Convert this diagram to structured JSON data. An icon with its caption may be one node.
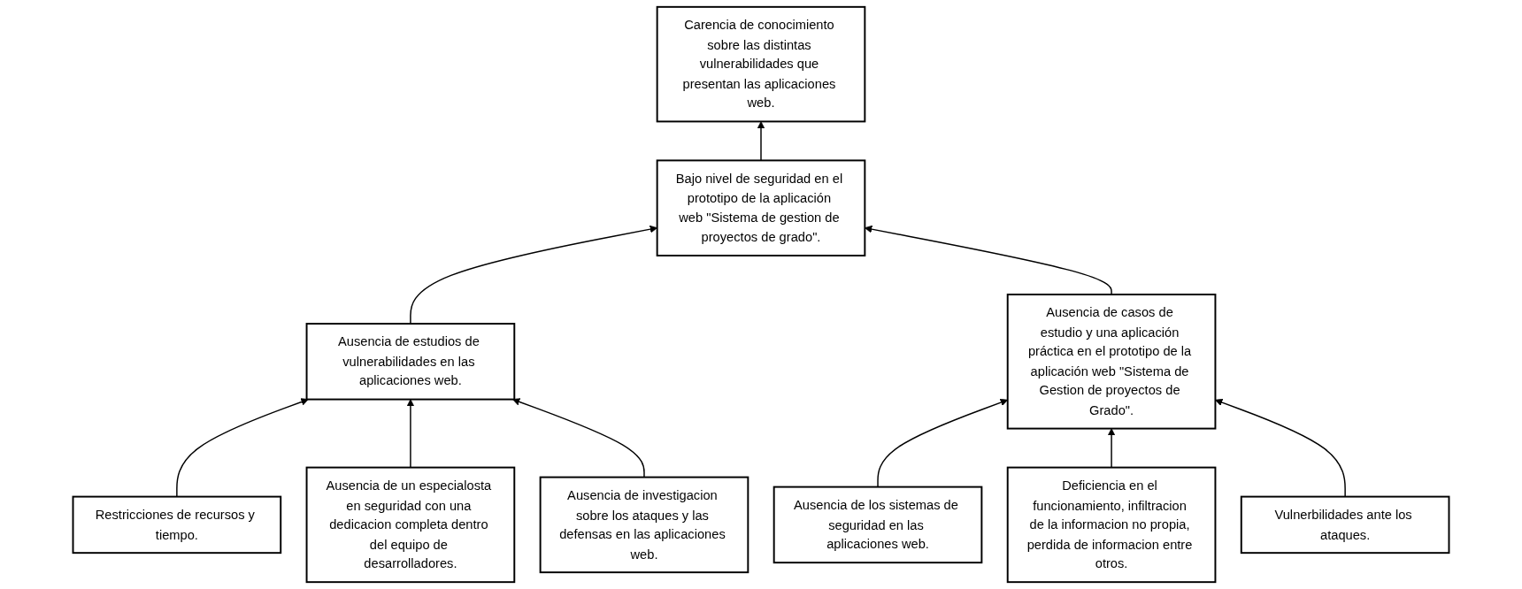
{
  "diagram": {
    "nodes": [
      {
        "text": [
          "Carencia de conocimiento sobre las distintas vulnerabilidades que presentan las aplicaciones web."
        ]
      },
      {
        "text": [
          "Bajo nivel de seguridad en el prototipo de la aplicación web \"Sistema de gestion de proyectos de grado\"."
        ]
      },
      {
        "text": [
          "Ausencia de estudios de vulnerabilidades en las aplicaciones web."
        ]
      },
      {
        "text": [
          "Ausencia de casos de estudio y una aplicación práctica en el prototipo de la aplicación web \"Sistema de Gestion de proyectos de Grado\"."
        ]
      },
      {
        "text": [
          "Restricciones de recursos y tiempo."
        ]
      },
      {
        "text": [
          "Ausencia de un especialosta en seguridad con una dedicacion completa dentro del equipo de desarrolladores."
        ]
      },
      {
        "text": [
          "Ausencia de investigacion sobre los ataques y las defensas en las aplicaciones web."
        ]
      },
      {
        "text": [
          "Ausencia de los sistemas de seguridad en las aplicaciones web."
        ]
      },
      {
        "text": [
          "Deficiencia en el funcionamiento, infiltracion de la informacion no propia, perdida de informacion entre otros."
        ]
      },
      {
        "text": [
          "Vulnerbilidades ante los ataques."
        ]
      }
    ],
    "edges": [
      {
        "from": 1,
        "to": 0,
        "arrow": "to"
      },
      {
        "from": 2,
        "to": 1,
        "arrow": "to"
      },
      {
        "from": 3,
        "to": 1,
        "arrow": "to"
      },
      {
        "from": 4,
        "to": 2,
        "arrow": "to"
      },
      {
        "from": 5,
        "to": 2,
        "arrow": "to"
      },
      {
        "from": 6,
        "to": 2,
        "arrow": "to"
      },
      {
        "from": 7,
        "to": 3,
        "arrow": "to"
      },
      {
        "from": 8,
        "to": 3,
        "arrow": "to"
      },
      {
        "from": 9,
        "to": 3,
        "arrow": "to"
      }
    ]
  }
}
